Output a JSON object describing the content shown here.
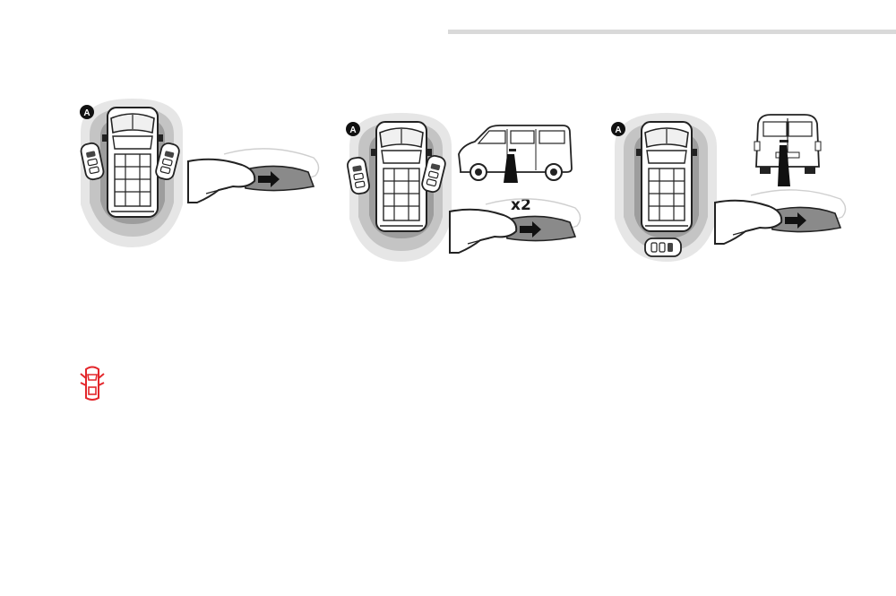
{
  "illustrations": [
    {
      "zone_marker": "A",
      "step": "unlock-front-doors"
    },
    {
      "zone_marker": "A",
      "step": "unlock-side-door",
      "press_count": "x2"
    },
    {
      "zone_marker": "A",
      "step": "unlock-rear-doors"
    }
  ],
  "colors": {
    "zone_outer": "#e6e6e6",
    "zone_mid": "#c4c4c4",
    "zone_inner": "#9d9d9d",
    "handle": "#8a8a8a",
    "warning_icon": "#e3262b",
    "rule": "#d9d9d9"
  },
  "icons": [
    "door-open-warning-icon",
    "key-fob-icon",
    "hand-on-handle-icon",
    "van-side-icon",
    "van-rear-icon"
  ]
}
